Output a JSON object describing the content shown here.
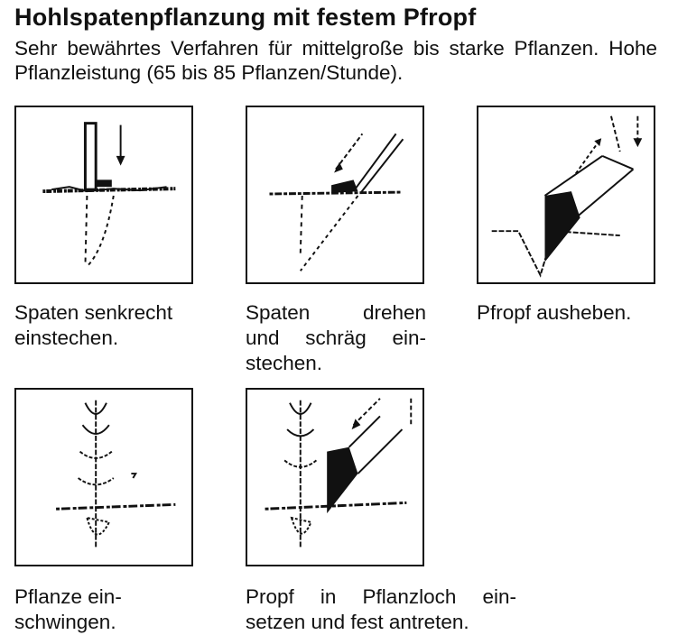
{
  "title": "Hohlspatenpflanzung mit festem Pfropf",
  "intro": "Sehr bewährtes Verfahren für mittelgroße bis starke Pflanzen. Hohe Pflanzleistung (65 bis 85 Pflanzen/Stunde).",
  "steps": [
    {
      "caption_lines": [
        "Spaten senkrecht",
        "einstechen."
      ]
    },
    {
      "caption_lines": [
        "Spaten drehen",
        "und schräg ein-",
        "stechen."
      ]
    },
    {
      "caption_lines": [
        "Pfropf ausheben."
      ]
    },
    {
      "caption_lines": [
        "Pflanze ein-",
        "schwingen."
      ]
    },
    {
      "caption_lines": [
        "Propf in Pflanzloch ein-",
        "setzen und fest antreten."
      ]
    }
  ]
}
